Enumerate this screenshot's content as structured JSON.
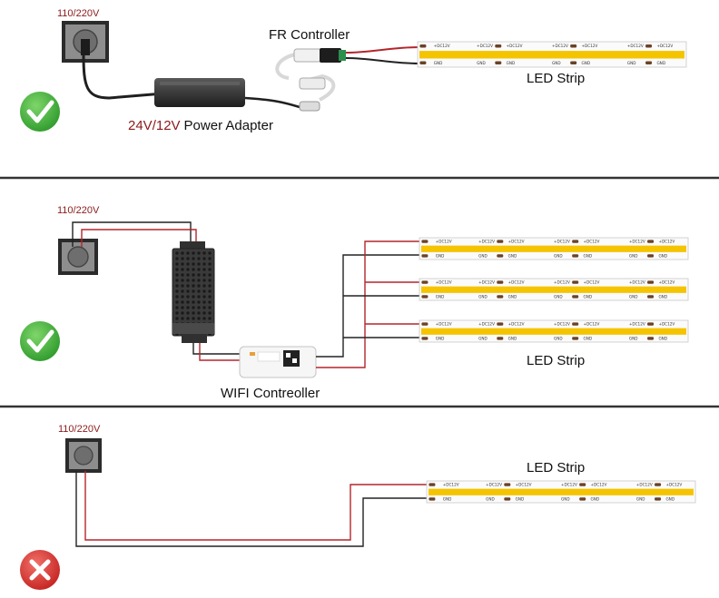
{
  "colors": {
    "strip_yellow": "#f5c400",
    "wire_red": "#b3262b",
    "wire_black": "#222222",
    "ok_green": "#3cae3a",
    "bad_red": "#d9322f",
    "divider": "#333333"
  },
  "strip_labels": {
    "positive": "+DC12V",
    "ground": "GND"
  },
  "panels": [
    {
      "status": "correct",
      "status_icon": "check-icon",
      "voltage_label": "110/220V",
      "adapter_voltage": "24V/12V",
      "adapter_label": "Power Adapter",
      "controller_label": "FR Controller",
      "strip_label": "LED Strip"
    },
    {
      "status": "correct",
      "status_icon": "check-icon",
      "voltage_label": "110/220V",
      "controller_label": "WIFI Contreoller",
      "strip_label": "LED Strip",
      "strip_count": 3
    },
    {
      "status": "incorrect",
      "status_icon": "cross-icon",
      "voltage_label": "110/220V",
      "strip_label": "LED Strip"
    }
  ]
}
